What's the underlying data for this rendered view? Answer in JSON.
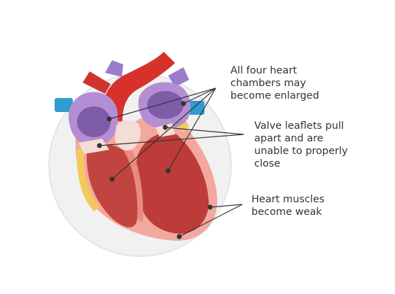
{
  "labels": {
    "chambers": [
      "All four heart",
      "chambers may",
      "become enlarged"
    ],
    "valves": [
      "Valve leaflets pull",
      "apart and are",
      "unable to properly",
      "close"
    ],
    "muscles": [
      "Heart muscles",
      "become weak"
    ]
  },
  "colors": {
    "aorta": "#d7312c",
    "muscle_outer": "#f2a89e",
    "muscle_inner": "#c74a45",
    "chamber": "#bd3b38",
    "atrium": "#b48ed2",
    "atrium_inner": "#7e5ca8",
    "vessel_blue": "#2f9bd0",
    "vessel_purple": "#9b7ccc",
    "fat": "#f3c95a",
    "valve": "#f4ddd6",
    "background_disc": "#efefef",
    "pointer_line": "#333333"
  }
}
